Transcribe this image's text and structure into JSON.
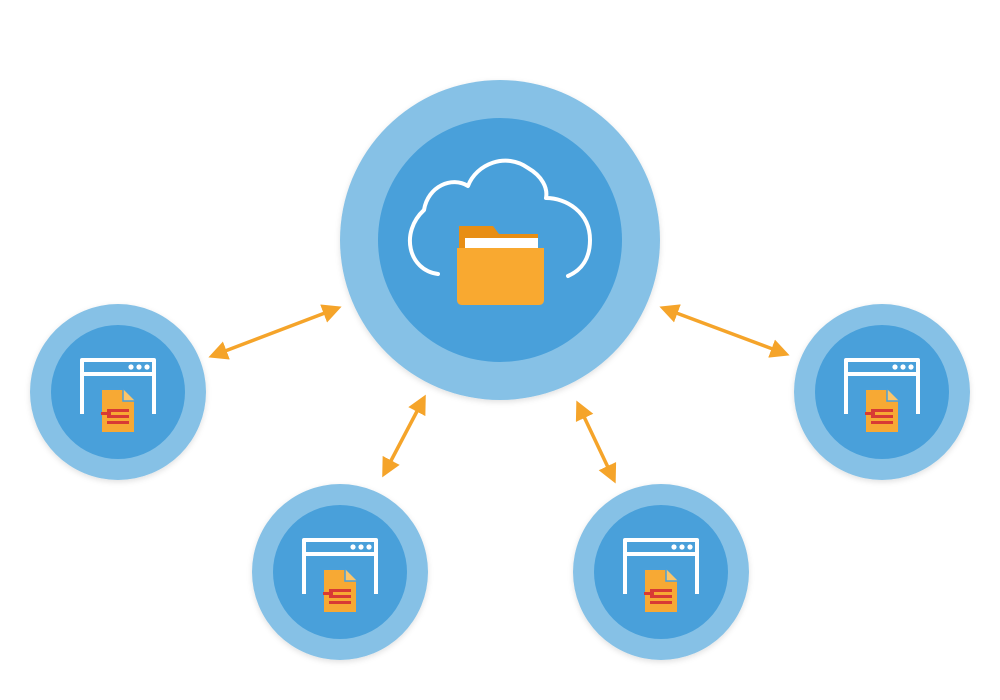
{
  "diagram": {
    "type": "hub-and-spoke",
    "description_free": true,
    "colors": {
      "outer_ring": "#86c1e6",
      "inner_circle": "#49a0da",
      "arrow": "#f5a42a",
      "folder": "#f9a930",
      "folder_back": "#e88e14",
      "icon_stroke": "#ffffff",
      "doc_fill": "#f7a934",
      "doc_stripe": "#d83a34"
    },
    "hub": {
      "icon": "cloud-folder-icon"
    },
    "clients": [
      {
        "id": "left",
        "icon": "browser-document-icon"
      },
      {
        "id": "bottom-left",
        "icon": "browser-document-icon"
      },
      {
        "id": "bottom-right",
        "icon": "browser-document-icon"
      },
      {
        "id": "right",
        "icon": "browser-document-icon"
      }
    ],
    "connections": [
      {
        "from": "hub",
        "to": "left",
        "direction": "bidirectional"
      },
      {
        "from": "hub",
        "to": "bottom-left",
        "direction": "bidirectional"
      },
      {
        "from": "hub",
        "to": "bottom-right",
        "direction": "bidirectional"
      },
      {
        "from": "hub",
        "to": "right",
        "direction": "bidirectional"
      }
    ]
  }
}
